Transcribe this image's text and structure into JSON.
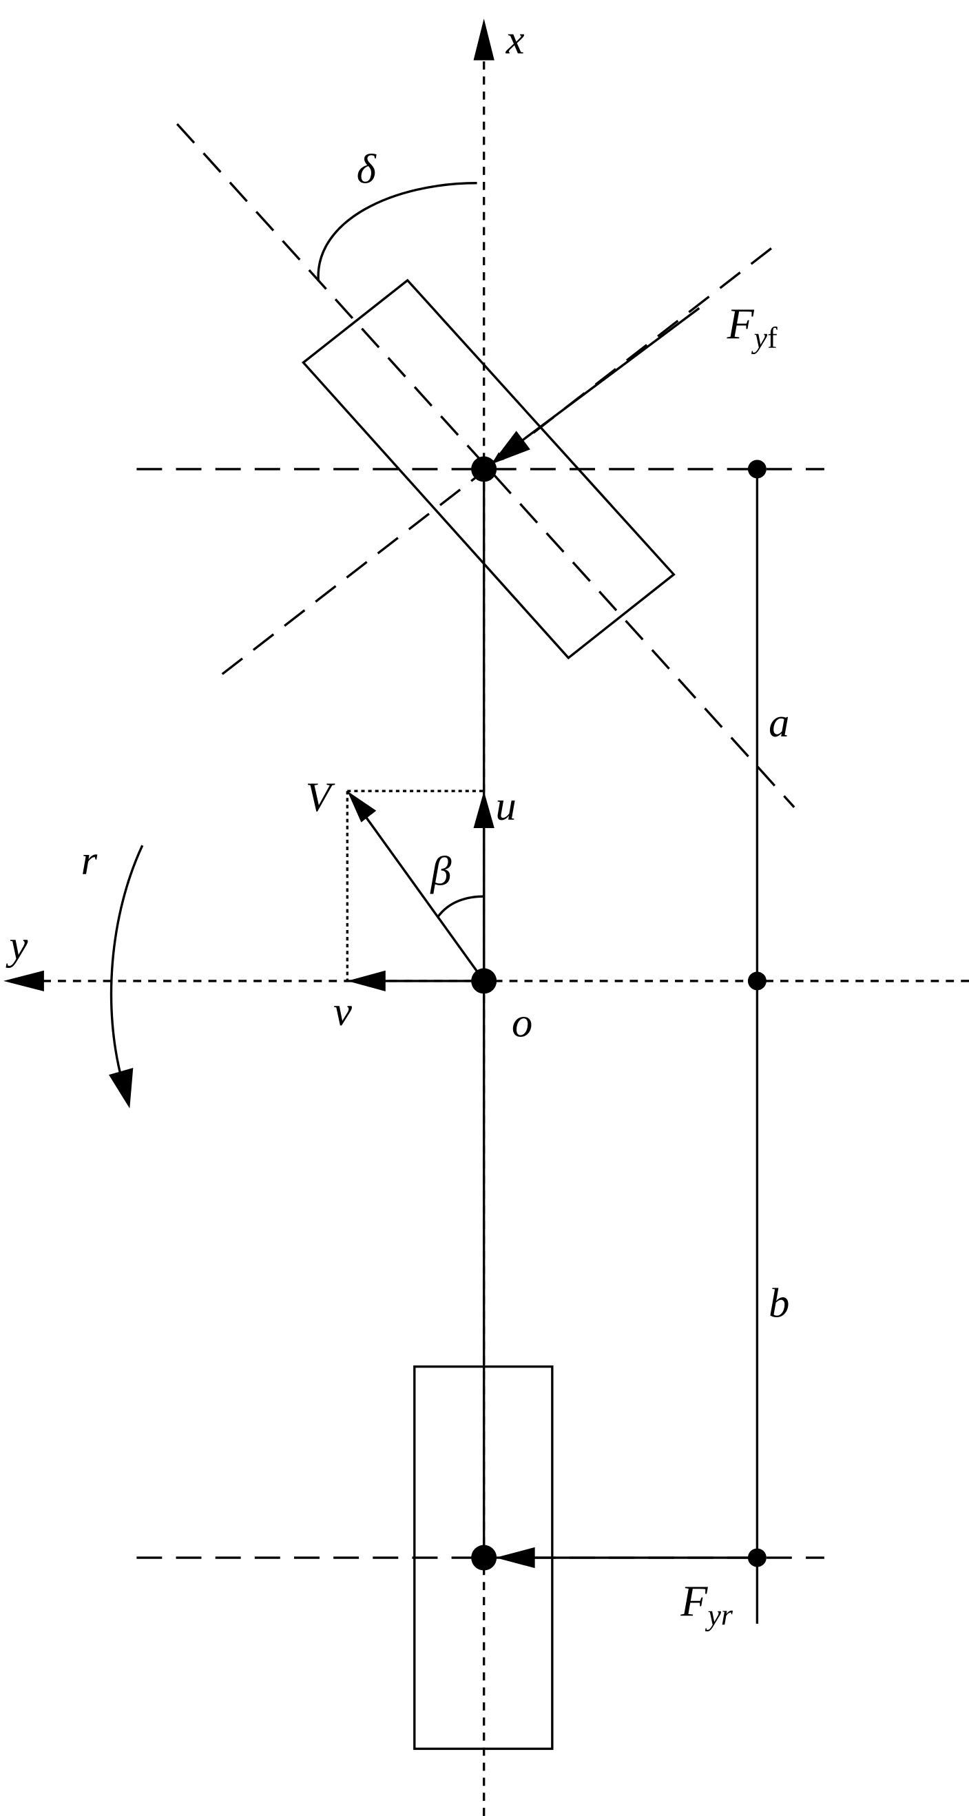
{
  "diagram": {
    "labels": {
      "x_axis": "x",
      "y_axis": "y",
      "origin": "o",
      "steer_angle": "δ",
      "front_force_main": "F",
      "front_force_sub_y": "y",
      "front_force_sub_f": "f",
      "rear_force_main": "F",
      "rear_force_sub": "yr",
      "dist_a": "a",
      "dist_b": "b",
      "velocity": "V",
      "long_velocity": "u",
      "lat_velocity": "v",
      "sideslip": "β",
      "yaw_rate": "r"
    },
    "colors": {
      "line": "#000000",
      "background": "#ffffff"
    }
  }
}
